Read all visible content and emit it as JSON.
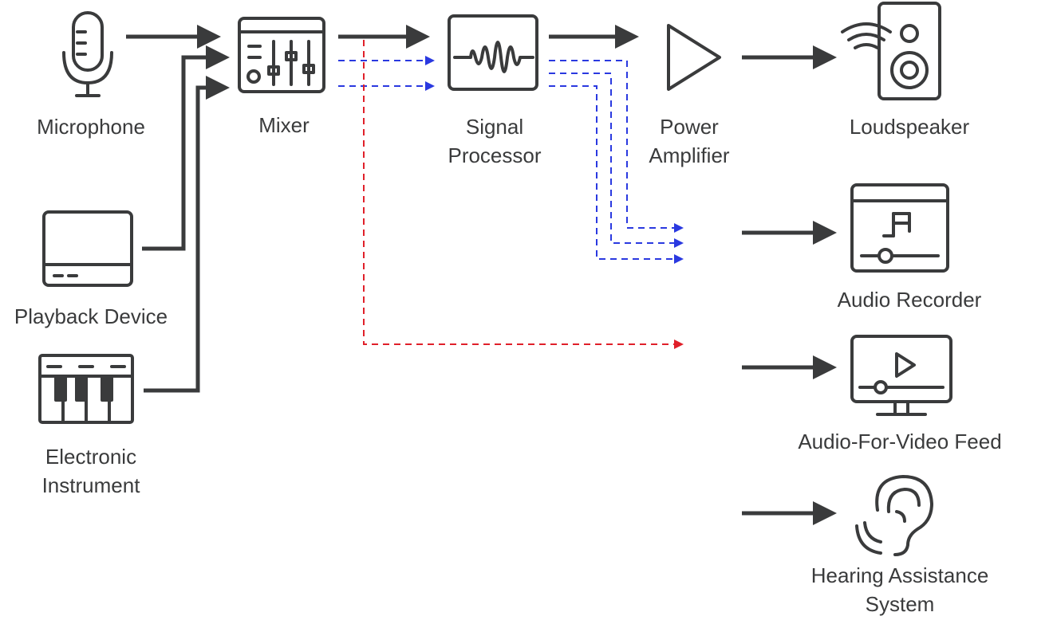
{
  "colors": {
    "ink": "#3a3b3c",
    "blue": "#2a39e0",
    "red": "#e0202a"
  },
  "nodes": {
    "microphone": {
      "label": "Microphone",
      "icon": "microphone-icon"
    },
    "playback": {
      "label": "Playback Device",
      "icon": "tablet-icon"
    },
    "instrument": {
      "line1": "Electronic",
      "line2": "Instrument",
      "icon": "keyboard-icon"
    },
    "mixer": {
      "label": "Mixer",
      "icon": "mixer-faders-icon"
    },
    "processor": {
      "line1": "Signal",
      "line2": "Processor",
      "icon": "waveform-icon"
    },
    "amplifier": {
      "line1": "Power",
      "line2": "Amplifier",
      "icon": "triangle-amp-icon"
    },
    "loudspeaker": {
      "label": "Loudspeaker",
      "icon": "speaker-icon"
    },
    "recorder": {
      "label": "Audio Recorder",
      "icon": "music-note-icon"
    },
    "video": {
      "label": "Audio-For-Video Feed",
      "icon": "monitor-play-icon"
    },
    "hearing": {
      "line1": "Hearing Assistance",
      "line2": "System",
      "icon": "ear-icon"
    }
  }
}
